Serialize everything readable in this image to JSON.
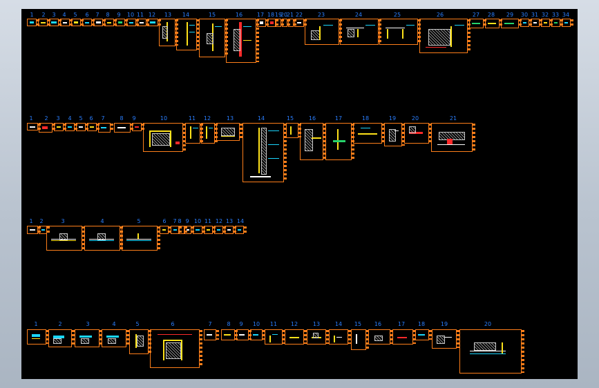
{
  "rows": [
    {
      "id": "row-1",
      "numbers": [
        "1",
        "2",
        "3",
        "4",
        "5",
        "6",
        "7",
        "8",
        "9",
        "10",
        "11",
        "12",
        "13",
        "14",
        "15",
        "16",
        "17",
        "18",
        "19",
        "20",
        "21",
        "22",
        "23",
        "24",
        "25",
        "26",
        "27",
        "28",
        "29",
        "30",
        "31",
        "32",
        "33",
        "34"
      ]
    },
    {
      "id": "row-2",
      "numbers": [
        "1",
        "2",
        "3",
        "4",
        "5",
        "6",
        "7",
        "8",
        "9",
        "10",
        "11",
        "12",
        "13",
        "14",
        "15",
        "16",
        "17",
        "18",
        "19",
        "20",
        "21"
      ]
    },
    {
      "id": "row-3",
      "numbers": [
        "1",
        "2",
        "3",
        "4",
        "5",
        "6",
        "7",
        "8",
        "9",
        "10",
        "11",
        "12",
        "13",
        "14"
      ]
    },
    {
      "id": "row-4",
      "numbers": [
        "1",
        "2",
        "3",
        "4",
        "5",
        "6",
        "7",
        "8",
        "9",
        "10",
        "11",
        "12",
        "13",
        "14",
        "15",
        "16",
        "17",
        "18",
        "19",
        "20"
      ]
    }
  ],
  "colors": {
    "canvas": "#000000",
    "frame": "#ff7f1a",
    "label": "#2a7fff",
    "ink_yellow": "#ffe21a",
    "ink_cyan": "#1ad7ff",
    "ink_red": "#ff2a2a"
  }
}
